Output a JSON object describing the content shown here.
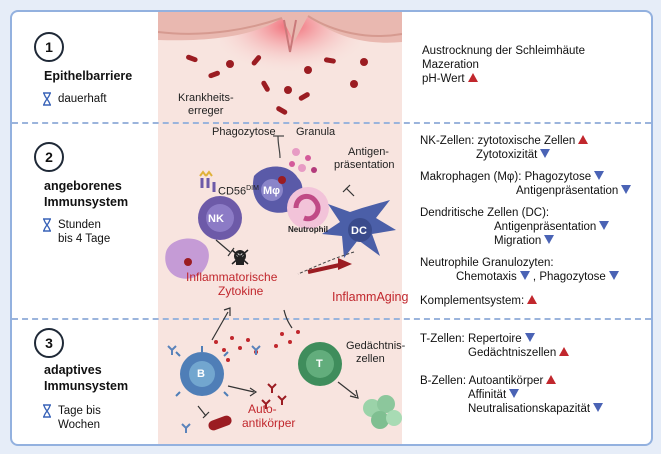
{
  "rows": [
    {
      "number": "1",
      "title": "Epithelbarriere",
      "duration": "dauerhaft",
      "right": [
        "Austrocknung der Schleimhäute",
        "Mazeration",
        "pH-Wert"
      ]
    },
    {
      "number": "2",
      "title_line1": "angeborenes",
      "title_line2": "Immunsystem",
      "duration_line1": "Stunden",
      "duration_line2": "bis 4 Tage",
      "nk": {
        "label": "NK-Zellen:",
        "a": "zytotoxische Zellen",
        "b": "Zytotoxizität"
      },
      "mp": {
        "label": "Makrophagen (Mφ):",
        "a": "Phagozytose",
        "b": "Antigenpräsentation"
      },
      "dc": {
        "label": "Dendritische Zellen (DC):",
        "a": "Antigenpräsentation",
        "b": "Migration"
      },
      "ng": {
        "label": "Neutrophile Granulozyten:",
        "a": "Chemotaxis",
        "b": "Phagozytose"
      },
      "ks": "Komplementsystem:"
    },
    {
      "number": "3",
      "title_line1": "adaptives",
      "title_line2": "Immunsystem",
      "duration_line1": "Tage bis",
      "duration_line2": "Wochen",
      "t": {
        "label": "T-Zellen:",
        "a": "Repertoire",
        "b": "Gedächtniszellen"
      },
      "b": {
        "label": "B-Zellen:",
        "a": "Autoantikörper",
        "b": "Affinität",
        "c": "Neutralisationskapazität"
      }
    }
  ],
  "diagram": {
    "pathogen_line1": "Krankheits-",
    "pathogen_line2": "erreger",
    "phagocytosis": "Phagozytose",
    "granula": "Granula",
    "antigen_line1": "Antigen-",
    "antigen_line2": "präsentation",
    "cd56": "CD56",
    "cd56_sup": "DIM",
    "nk": "NK",
    "mp": "Mφ",
    "dc": "DC",
    "neutrophil": "Neutrophil",
    "cytokines_line1": "Inflammatorische",
    "cytokines_line2": "Zytokine",
    "inflammaging": "InflammAging",
    "b_cell": "B",
    "t_cell": "T",
    "memory_line1": "Gedächtnis-",
    "memory_line2": "zellen",
    "auto_line1": "Auto-",
    "auto_line2": "antikörper"
  },
  "colors": {
    "up": "#c1272d",
    "down": "#4a63b5",
    "frame": "#93b1df",
    "panel": "#f8e4df"
  }
}
